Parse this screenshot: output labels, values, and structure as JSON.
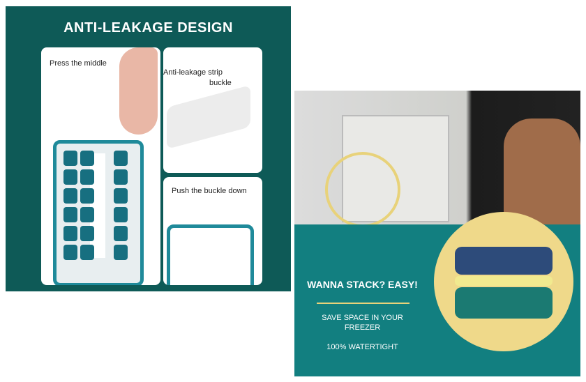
{
  "left_panel": {
    "title": "ANTI-LEAKAGE DESIGN",
    "labels": {
      "press": "Press the middle",
      "strip": "Anti-leakage strip",
      "buckle": "buckle",
      "push": "Push the buckle down"
    }
  },
  "right_panel": {
    "headline": "WANNA STACK? EASY!",
    "line1": "SAVE SPACE IN YOUR",
    "line2": "FREEZER",
    "line3": "100% WATERTIGHT"
  },
  "colors": {
    "left_bg": "#0e5a57",
    "right_bg": "#127f80",
    "accent": "#e8d27a"
  }
}
